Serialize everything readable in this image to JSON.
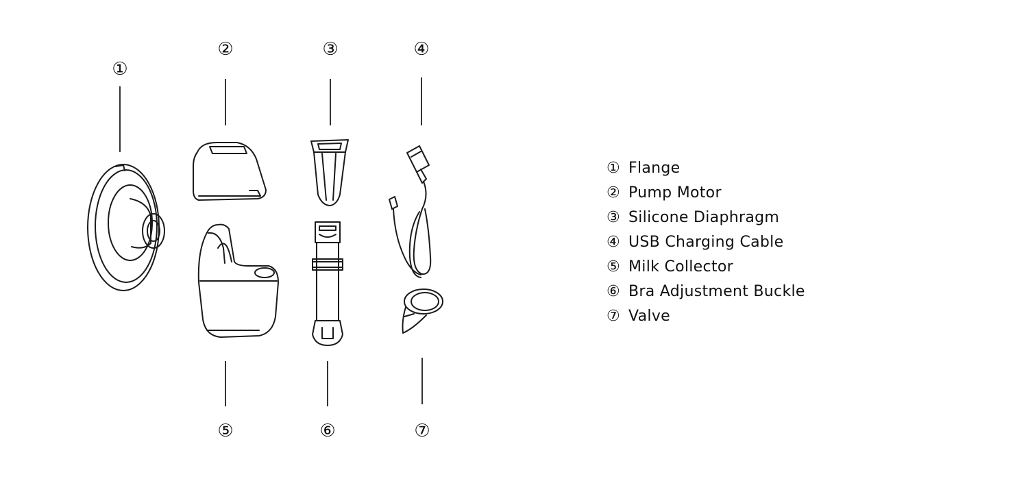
{
  "callouts": [
    {
      "id": "1",
      "marker": "①"
    },
    {
      "id": "2",
      "marker": "②"
    },
    {
      "id": "3",
      "marker": "③"
    },
    {
      "id": "4",
      "marker": "④"
    },
    {
      "id": "5",
      "marker": "⑤"
    },
    {
      "id": "6",
      "marker": "⑥"
    },
    {
      "id": "7",
      "marker": "⑦"
    }
  ],
  "legend": [
    {
      "marker": "①",
      "label": "Flange"
    },
    {
      "marker": "②",
      "label": "Pump Motor"
    },
    {
      "marker": "③",
      "label": "Silicone Diaphragm"
    },
    {
      "marker": "④",
      "label": "USB Charging Cable"
    },
    {
      "marker": "⑤",
      "label": "Milk Collector"
    },
    {
      "marker": "⑥",
      "label": "Bra Adjustment Buckle"
    },
    {
      "marker": "⑦",
      "label": "Valve"
    }
  ]
}
